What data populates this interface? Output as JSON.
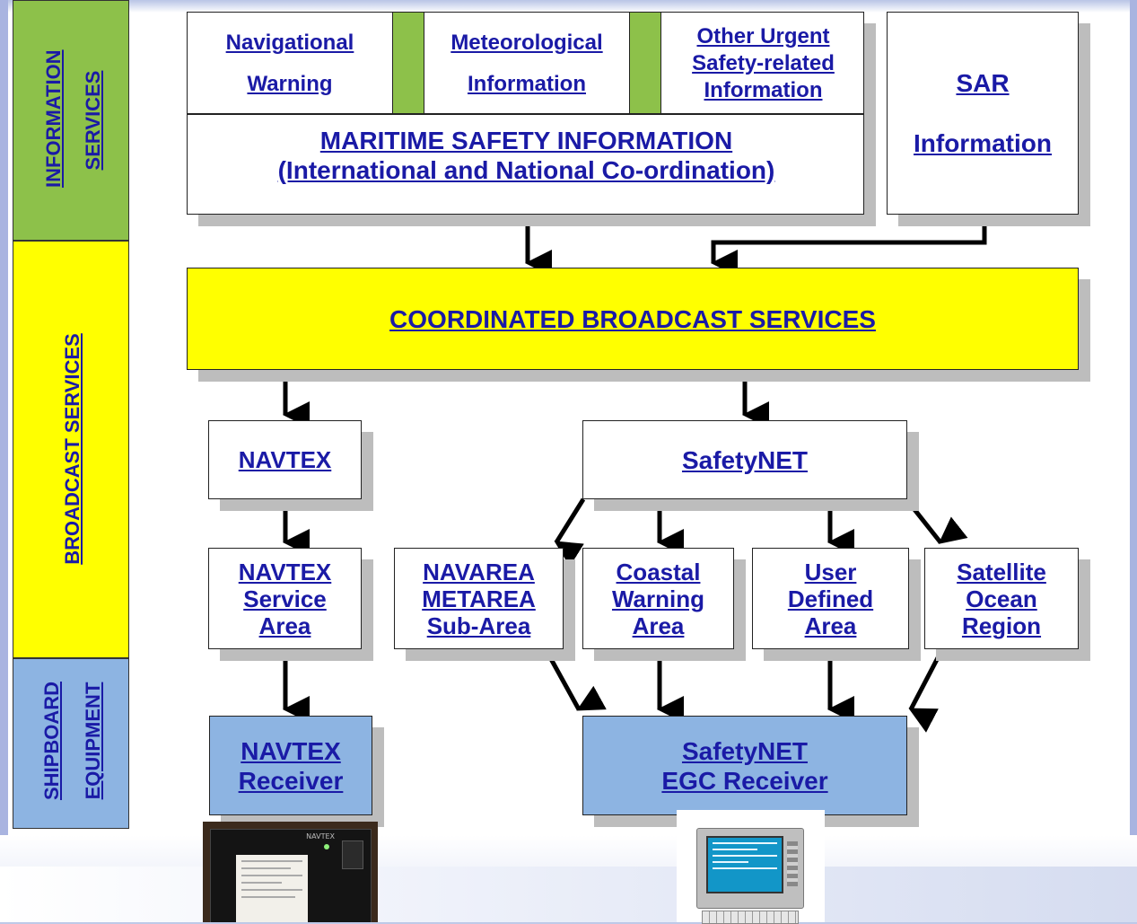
{
  "side_labels": {
    "information": {
      "line1": "INFORMATION",
      "line2": "SERVICES",
      "color": "#8dc14a"
    },
    "broadcast": {
      "line1": "BROADCAST SERVICES",
      "color": "#ffff00"
    },
    "shipboard": {
      "line1": "SHIPBOARD",
      "line2": "EQUIPMENT",
      "color": "#8db4e2"
    }
  },
  "info": {
    "nav_warning": [
      "Navigational",
      "Warning"
    ],
    "met_info": [
      "Meteorological",
      "Information"
    ],
    "other_urgent": [
      "Other Urgent",
      "Safety-related",
      "Information"
    ],
    "msi": [
      "MARITIME SAFETY INFORMATION",
      "(International and National Co-ordination)"
    ],
    "sar": [
      "SAR",
      "Information"
    ]
  },
  "broadcast": {
    "coordinated": "COORDINATED BROADCAST SERVICES",
    "navtex": "NAVTEX",
    "safetynet": "SafetyNET"
  },
  "areas": {
    "navtex_area": [
      "NAVTEX",
      "Service",
      "Area"
    ],
    "navarea": [
      "NAVAREA",
      "METAREA",
      "Sub-Area"
    ],
    "coastal": [
      "Coastal",
      "Warning",
      "Area"
    ],
    "user_defined": [
      "User",
      "Defined",
      "Area"
    ],
    "satellite": [
      "Satellite",
      "Ocean",
      "Region"
    ]
  },
  "equipment": {
    "navtex_receiver": [
      "NAVTEX",
      "Receiver"
    ],
    "egc_receiver": [
      "SafetyNET",
      "EGC Receiver"
    ]
  },
  "photos": {
    "navtex_brand": "NAVTEX"
  },
  "colors": {
    "link": "#1a1aa6",
    "coordinated_fill": "#ffff00",
    "receiver_fill": "#8db4e2",
    "green_strip": "#8dc14a"
  }
}
